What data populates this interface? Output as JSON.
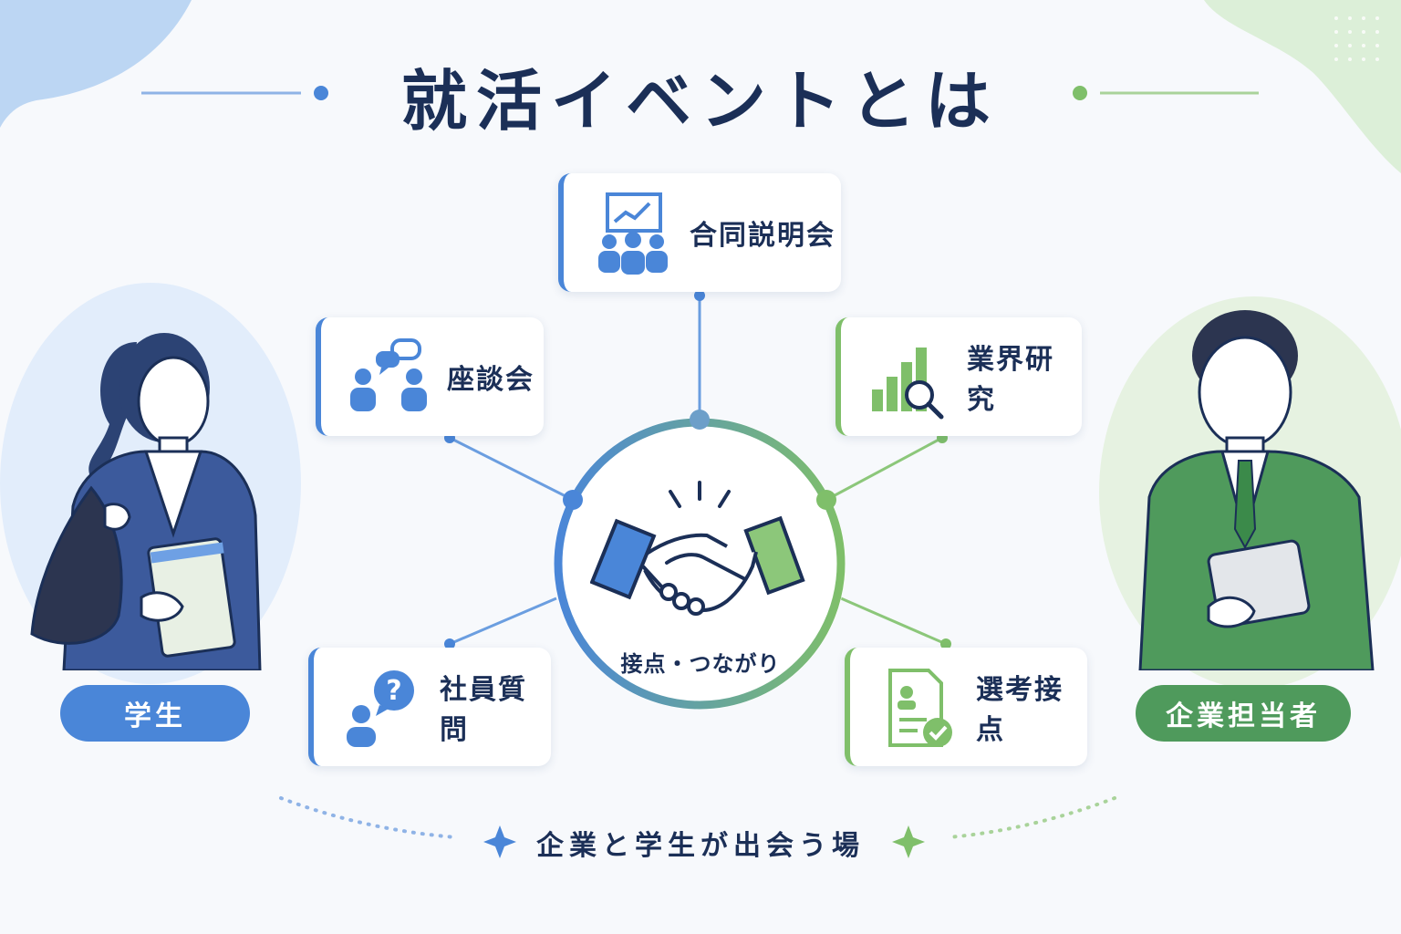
{
  "title": "就活イベントとは",
  "cards": {
    "joint_briefing": "合同説明会",
    "roundtable": "座談会",
    "industry_research": "業界研究",
    "employee_questions": "社員質問",
    "selection_contact": "選考接点"
  },
  "center_label": "接点・つながり",
  "roles": {
    "student": "学生",
    "company": "企業担当者"
  },
  "tagline": "企業と学生が出会う場",
  "colors": {
    "navy": "#1b2f57",
    "blue": "#4a86d8",
    "green": "#7fbf6a",
    "company_green": "#4f9a5c"
  },
  "icons": {
    "joint_briefing": "presentation-audience-icon",
    "roundtable": "discussion-group-icon",
    "industry_research": "bar-chart-magnifier-icon",
    "employee_questions": "person-question-icon",
    "selection_contact": "document-check-icon",
    "center": "handshake-icon"
  }
}
